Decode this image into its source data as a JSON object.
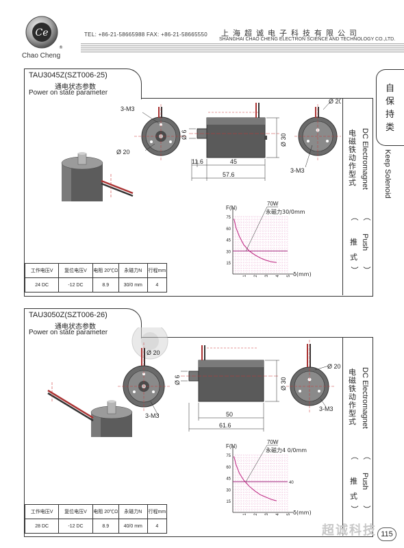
{
  "header": {
    "logo_text": "Ce",
    "brand": "Chao Cheng",
    "contact": "TEL: +86-21-58665988  FAX: +86-21-58665550",
    "company_cn": "上海超诚电子科技有限公司",
    "company_en": "SHANGHAI CHAO CHENG ELECTRON SCIENCE AND TECHNOLOGY CO.,LTD."
  },
  "category": {
    "cn": "自保持类",
    "en": "Keep Solenoid"
  },
  "side_label": {
    "en": "DC Electromagnet",
    "cn": "电磁铁动作型式",
    "push_en": "Push",
    "push_cn": "推式",
    "paren_open": "︵",
    "paren_close": "︶"
  },
  "products": [
    {
      "model": "TAU3045Z(SZT006-25)",
      "title_cn": "通电状态参数",
      "title_en": "Power on state parameter",
      "dims": {
        "holes": "3-M3",
        "flange_dia": "Ø 20",
        "shaft_dia": "Ø 6",
        "body_dia": "Ø 30",
        "shaft_len": "11.6",
        "body_len": "45",
        "total_len": "57.6",
        "rear_dia": "Ø 20",
        "rear_holes": "3-M3"
      },
      "chart_data": {
        "type": "line",
        "ylabel": "F(N)",
        "xlabel": "δ(mm)",
        "ylim": [
          0,
          75
        ],
        "xlim": [
          0,
          5
        ],
        "yticks": [
          "75",
          "60",
          "45",
          "30",
          "15"
        ],
        "xticks": [
          "1",
          "2",
          "3",
          "4",
          "5"
        ],
        "series": [
          {
            "name": "70W",
            "x": [
              0.1,
              0.3,
              0.6,
              1.0,
              1.5,
              2.0,
              2.5,
              3.0,
              3.5,
              4.0
            ],
            "y": [
              72,
              60,
              49,
              38,
              30,
              25,
              21,
              18,
              16,
              15
            ]
          }
        ],
        "hold_force_label": "永磁力30/0mm",
        "hold_force": 30,
        "hold_force_tick": ""
      },
      "spec": {
        "headers": [
          "工作电压V",
          "复位电压V",
          "电阻 20℃Ω",
          "永磁力N",
          "行程mm"
        ],
        "values": [
          "24 DC",
          "-12 DC",
          "8.9",
          "30/0 mm",
          "4"
        ]
      }
    },
    {
      "model": "TAU3050Z(SZT006-26)",
      "title_cn": "通电状态参数",
      "title_en": "Power on state parameter",
      "dims": {
        "holes": "3-M3",
        "flange_dia": "Ø 20",
        "shaft_dia": "Ø 6",
        "body_dia": "Ø 30",
        "shaft_len": "",
        "body_len": "50",
        "total_len": "61.6",
        "rear_dia": "Ø 20",
        "rear_holes": "3-M3"
      },
      "chart_data": {
        "type": "line",
        "ylabel": "F(N)",
        "xlabel": "δ(mm)",
        "ylim": [
          0,
          75
        ],
        "xlim": [
          0,
          5
        ],
        "yticks": [
          "75",
          "60",
          "45",
          "30",
          "15"
        ],
        "xticks": [
          "1",
          "2",
          "3",
          "4",
          "5"
        ],
        "series": [
          {
            "name": "70W",
            "x": [
              0.1,
              0.3,
              0.6,
              1.0,
              1.5,
              2.0,
              2.5,
              3.0,
              3.5,
              4.0
            ],
            "y": [
              73,
              62,
              51,
              42,
              34,
              28,
              23,
              20,
              17,
              15
            ]
          }
        ],
        "hold_force_label": "永磁力4 0/0mm",
        "hold_force": 40,
        "hold_force_tick": "40"
      },
      "spec": {
        "headers": [
          "工作电压V",
          "复位电压V",
          "电阻 20℃Ω",
          "永磁力N",
          "行程mm"
        ],
        "values": [
          "28 DC",
          "-12 DC",
          "8.9",
          "40/0 mm",
          "4"
        ]
      }
    }
  ],
  "footer": {
    "watermark": "超诚科技",
    "page": "115"
  }
}
